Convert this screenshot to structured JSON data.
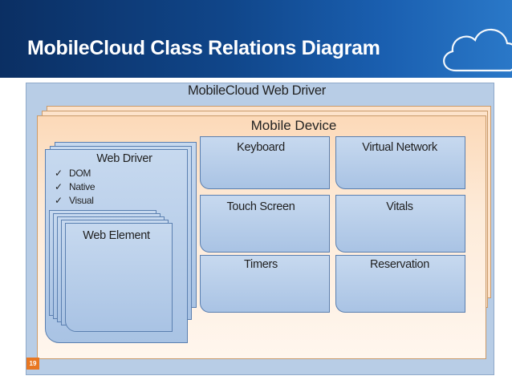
{
  "header": {
    "title": "MobileCloud Class Relations Diagram"
  },
  "diagram": {
    "outer_label": "MobileCloud Web Driver",
    "mobile_device_label": "Mobile Device",
    "web_driver": {
      "label": "Web Driver",
      "items": [
        "DOM",
        "Native",
        "Visual"
      ]
    },
    "web_element_label": "Web Element",
    "components": [
      "Keyboard",
      "Virtual Network",
      "Touch Screen",
      "Vitals",
      "Timers",
      "Reservation"
    ]
  },
  "page_number": "19",
  "colors": {
    "header": "#10468a",
    "outer": "#b8cde6",
    "mobile_device": "#fcd9b8",
    "card": "#b4cbe8",
    "page_badge": "#e87722"
  },
  "icons": [
    "cloud-icon",
    "check-icon"
  ]
}
